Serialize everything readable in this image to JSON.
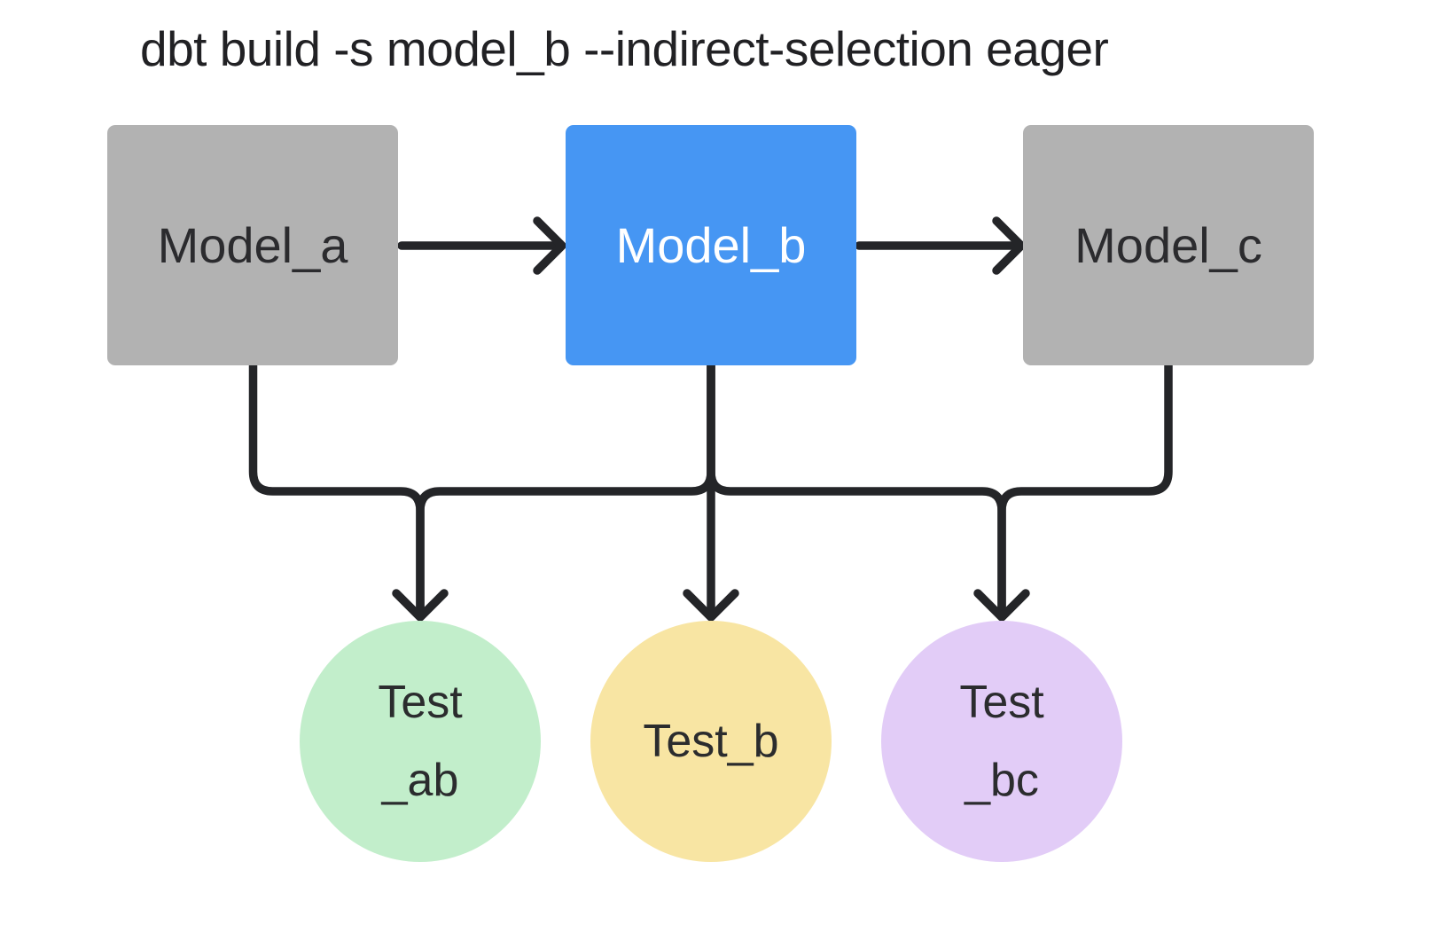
{
  "title": "dbt build -s model_b --indirect-selection eager",
  "palette": {
    "background": "#ffffff",
    "model_default": "#b2b2b2",
    "model_selected": "#4696f3",
    "edge": "#242528",
    "test_ab": "#c2eecb",
    "test_b": "#f8e5a3",
    "test_bc": "#e2ccf7"
  },
  "models": [
    {
      "id": "model_a",
      "label": "Model_a",
      "selected": false
    },
    {
      "id": "model_b",
      "label": "Model_b",
      "selected": true
    },
    {
      "id": "model_c",
      "label": "Model_c",
      "selected": false
    }
  ],
  "tests": [
    {
      "id": "test_ab",
      "label_line1": "Test",
      "label_line2": "_ab"
    },
    {
      "id": "test_b",
      "label_line1": "Test_b",
      "label_line2": ""
    },
    {
      "id": "test_bc",
      "label_line1": "Test",
      "label_line2": "_bc"
    }
  ],
  "edges": [
    {
      "from": "model_a",
      "to": "model_b"
    },
    {
      "from": "model_b",
      "to": "model_c"
    },
    {
      "from": "model_a",
      "to": "test_ab"
    },
    {
      "from": "model_b",
      "to": "test_ab"
    },
    {
      "from": "model_b",
      "to": "test_b"
    },
    {
      "from": "model_b",
      "to": "test_bc"
    },
    {
      "from": "model_c",
      "to": "test_bc"
    }
  ]
}
